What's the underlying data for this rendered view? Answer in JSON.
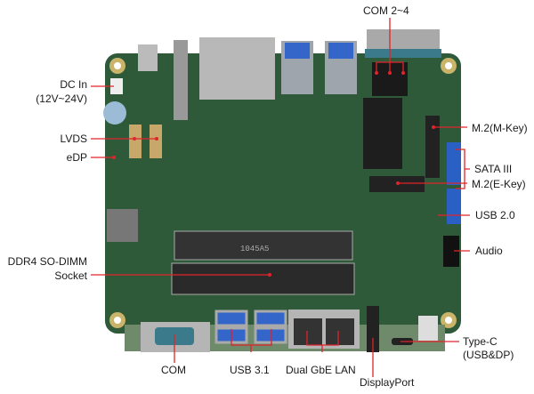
{
  "labels": {
    "com24": "COM 2~4",
    "dc_in": "DC In",
    "dc_range": "(12V~24V)",
    "lvds": "LVDS",
    "edp": "eDP",
    "ddr4": "DDR4 SO-DIMM",
    "socket": "Socket",
    "m2m": "M.2(M-Key)",
    "sata": "SATA III",
    "m2e": "M.2(E-Key)",
    "usb20": "USB 2.0",
    "audio": "Audio",
    "com": "COM",
    "usb31": "USB 3.1",
    "lan": "Dual GbE LAN",
    "dp": "DisplayPort",
    "typec": "Type-C",
    "typec_sub": "(USB&DP)"
  },
  "board_marking": "1045A5",
  "colors": {
    "board": "#2f5a3a",
    "leader": "#e0242a",
    "sata": "#2a5fc4",
    "usb3": "#3465c9",
    "com": "#3a7a8a"
  }
}
